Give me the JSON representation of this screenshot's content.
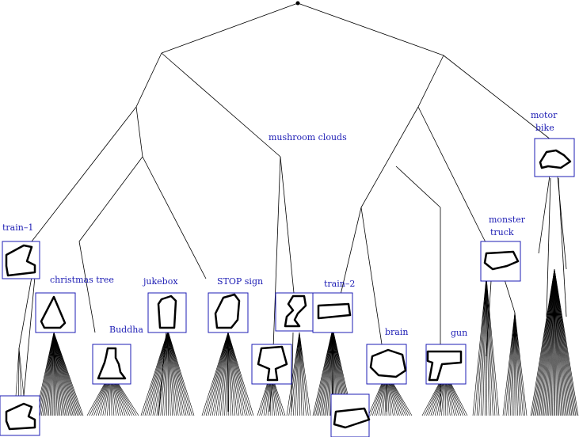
{
  "labels": {
    "train1": "train–1",
    "christmas_tree": "christmas tree",
    "jukebox": "jukebox",
    "stop_sign": "STOP sign",
    "buddha": "Buddha",
    "mushroom_clouds": "mushroom clouds",
    "train2": "train–2",
    "brain": "brain",
    "gun": "gun",
    "monster_truck_1": "monster",
    "monster_truck_2": "truck",
    "motor_bike_1": "motor",
    "motor_bike_2": "bike"
  },
  "colors": {
    "label": "#1c1cb4",
    "box": "#1c1cb4",
    "line": "#000000",
    "shape": "#000000"
  },
  "shape_icons": [
    "train1-shape-icon",
    "christmas-tree-shape-icon",
    "buddha-shape-icon",
    "jukebox-shape-icon",
    "stop-sign-shape-icon",
    "mushroom-cloud-shape-icon",
    "dog-shape-icon",
    "train2-shape-icon",
    "train-bottom-shape-icon",
    "brain-shape-icon",
    "gun-shape-icon",
    "monster-truck-shape-icon",
    "motor-bike-shape-icon",
    "train1-bottom-shape-icon"
  ]
}
